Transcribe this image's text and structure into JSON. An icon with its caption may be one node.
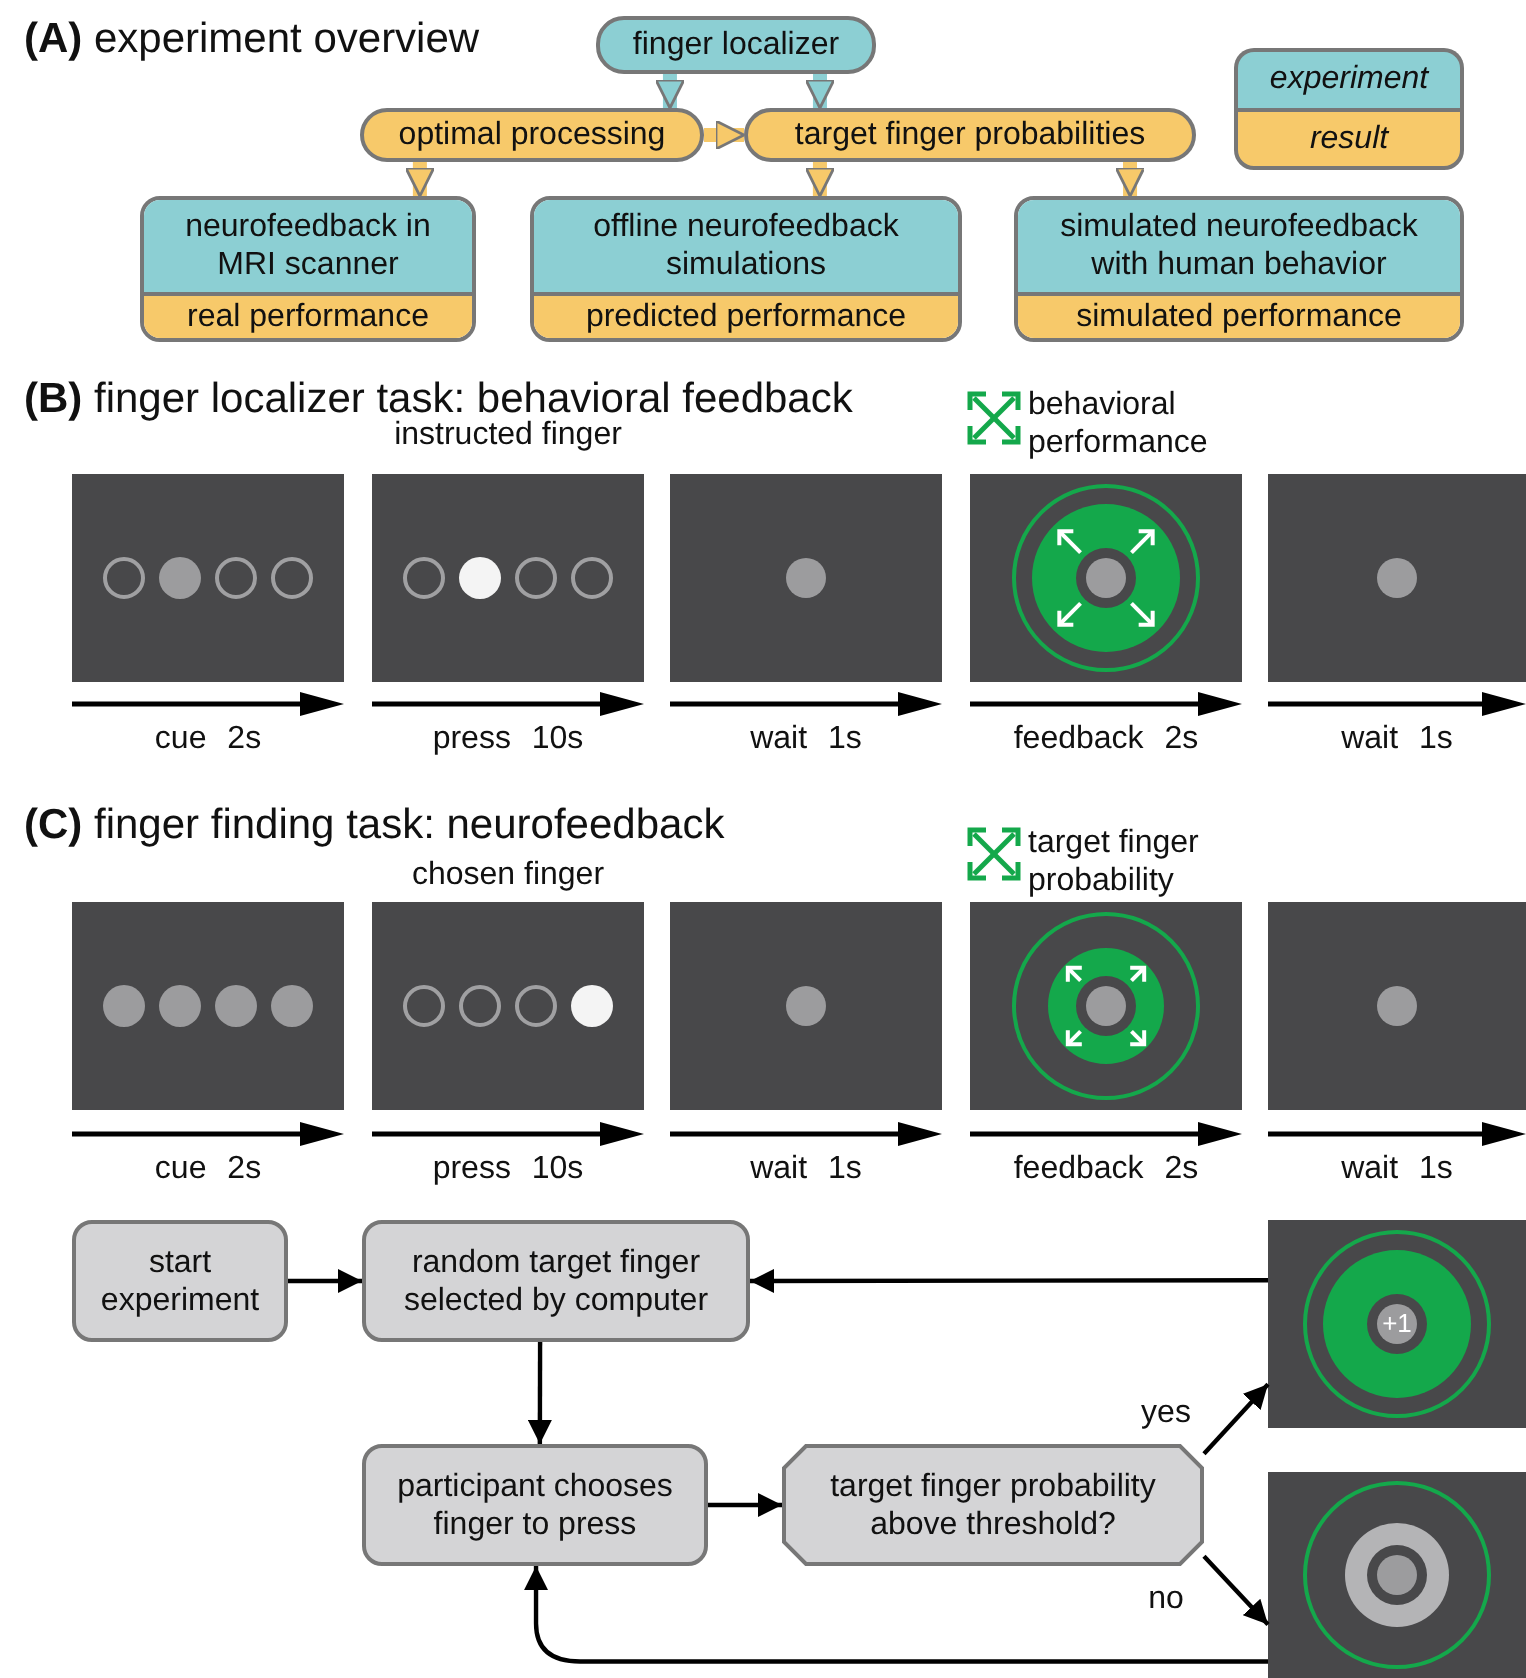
{
  "diagram": {
    "nodes": [
      {
        "text": [
          "finger localizer"
        ]
      },
      {
        "text": [
          "optimal processing"
        ]
      },
      {
        "text": [
          "target finger probabilities"
        ]
      },
      {
        "text": [
          "neurofeedback in MRI scanner",
          "real performance"
        ]
      },
      {
        "text": [
          "offline neurofeedback simulations",
          "predicted performance"
        ]
      },
      {
        "text": [
          "simulated neurofeedback with human behavior",
          "simulated performance"
        ]
      },
      {
        "text": [
          "start experiment"
        ]
      },
      {
        "text": [
          "random target finger selected by computer"
        ]
      },
      {
        "text": [
          "participant chooses finger to press"
        ]
      },
      {
        "text": [
          "target finger probability above threshold?"
        ]
      },
      {
        "text": [
          "+1"
        ]
      },
      {
        "text": [],
        "shape": "box"
      }
    ],
    "edges": [
      {
        "from": 0,
        "to": 1,
        "arrow": "to",
        "style": "thick",
        "color": "#8ccfd3"
      },
      {
        "from": 0,
        "to": 2,
        "arrow": "to",
        "style": "thick",
        "color": "#8ccfd3"
      },
      {
        "from": 1,
        "to": 2,
        "arrow": "to",
        "style": "thick",
        "color": "#f7c96a"
      },
      {
        "from": 1,
        "to": 3,
        "arrow": "to",
        "style": "thick",
        "color": "#f7c96a"
      },
      {
        "from": 2,
        "to": 4,
        "arrow": "to",
        "style": "thick",
        "color": "#f7c96a"
      },
      {
        "from": 2,
        "to": 5,
        "arrow": "to",
        "style": "thick",
        "color": "#f7c96a"
      },
      {
        "from": 6,
        "to": 7,
        "arrow": "to"
      },
      {
        "from": 7,
        "to": 8,
        "arrow": "to"
      },
      {
        "from": 8,
        "to": 9,
        "arrow": "to"
      },
      {
        "from": 9,
        "to": 10,
        "arrow": "to",
        "label": "yes"
      },
      {
        "from": 9,
        "to": 11,
        "arrow": "to",
        "label": "no"
      },
      {
        "from": 10,
        "to": 7,
        "arrow": "to"
      },
      {
        "from": 11,
        "to": 8,
        "arrow": "to"
      }
    ],
    "labels": [
      "**(A)** experiment overview",
      "**(B)** finger localizer task: behavioral feedback",
      "behavioral performance",
      "instructed finger",
      "cue 2s",
      "press 10s",
      "wait 1s",
      "feedback 2s",
      "wait 1s",
      "**(C)** finger finding task: neurofeedback",
      "target finger probability",
      "chosen finger",
      "cue 2s",
      "press 10s",
      "wait 1s",
      "feedback 2s",
      "wait 1s"
    ],
    "legend": [
      {
        "text": "experiment",
        "color": "#8ccfd3"
      },
      {
        "text": "result",
        "color": "#f7c96a"
      }
    ]
  }
}
